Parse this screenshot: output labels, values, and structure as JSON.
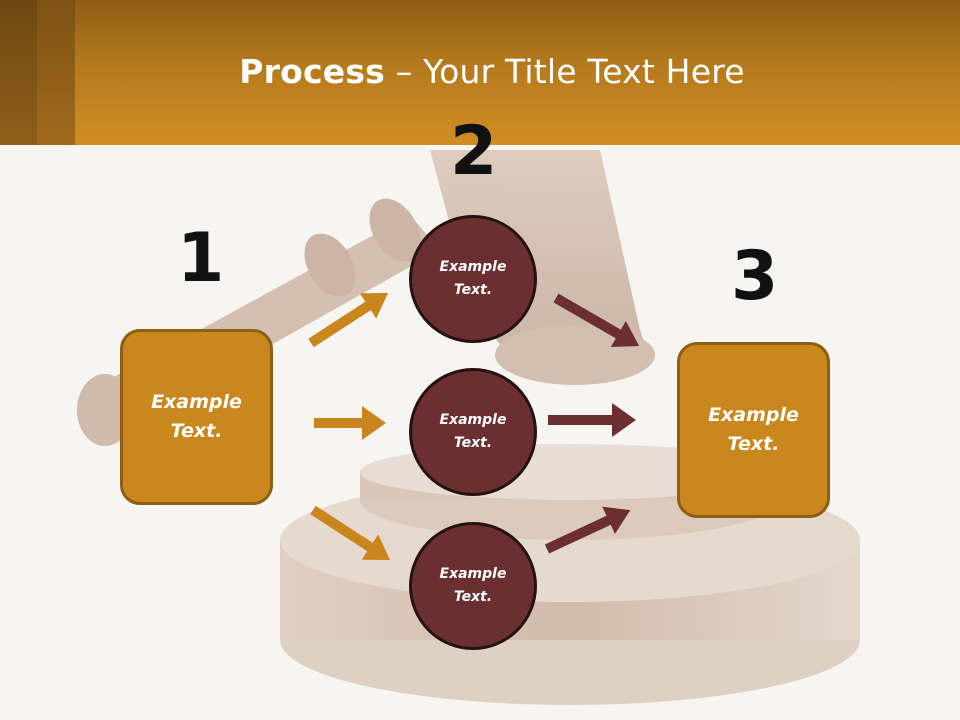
{
  "title": {
    "bold_part": "Process",
    "rest_part": " – Your Title Text Here"
  },
  "steps": {
    "one": {
      "number": "1",
      "label_line1": "Example",
      "label_line2": "Text."
    },
    "two": {
      "number": "2"
    },
    "three": {
      "number": "3",
      "label_line1": "Example",
      "label_line2": "Text."
    }
  },
  "circles": [
    {
      "label_line1": "Example",
      "label_line2": "Text."
    },
    {
      "label_line1": "Example",
      "label_line2": "Text."
    },
    {
      "label_line1": "Example",
      "label_line2": "Text."
    }
  ],
  "colors": {
    "header": "#c8861f",
    "box_fill": "#c9871e",
    "circle_fill": "#6b2f31",
    "arrow_orange": "#c9861f",
    "arrow_maroon": "#6b2f31"
  },
  "background_image": "gavel-watermark"
}
